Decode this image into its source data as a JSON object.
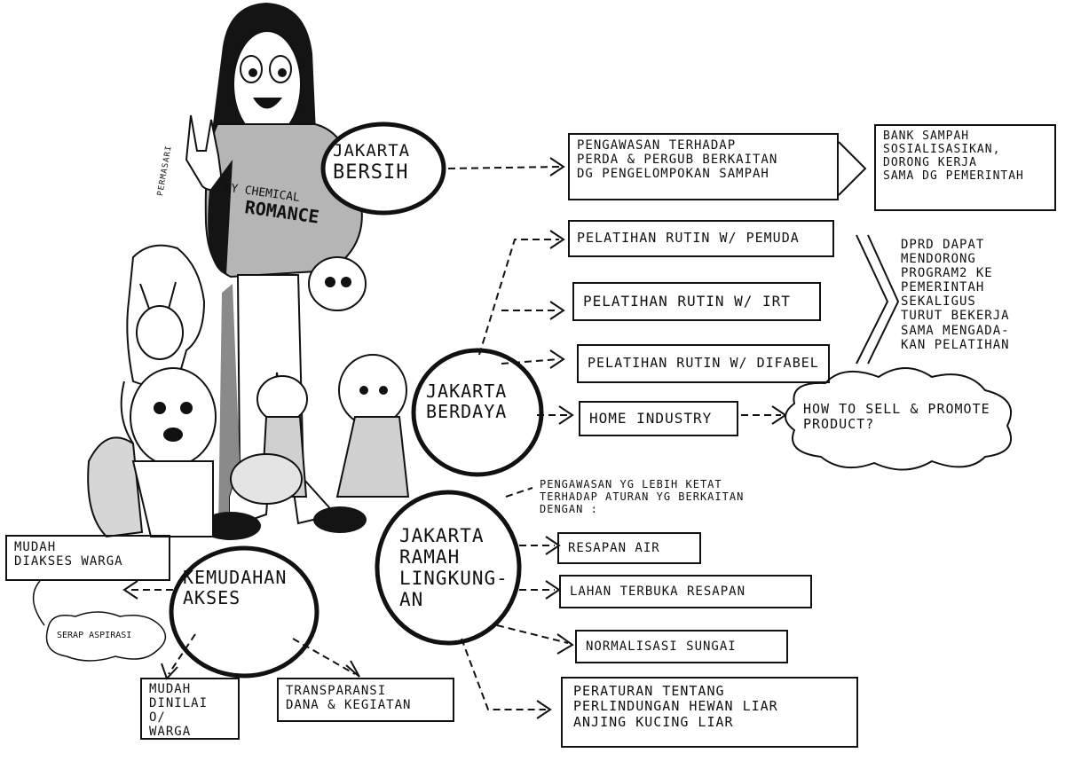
{
  "hubs": {
    "bersih": [
      "JAKARTA",
      "BERSIH"
    ],
    "berdaya": [
      "JAKARTA",
      "BERDAYA"
    ],
    "ramah": [
      "JAKARTA",
      "RAMAH",
      "LINGKUNG-",
      "AN"
    ],
    "akses": [
      "KEMUDAHAN",
      "AKSES"
    ]
  },
  "bersih_nodes": {
    "pengawasan": [
      "PENGAWASAN TERHADAP",
      "PERDA & PERGUB BERKAITAN",
      "DG PENGELOMPOKAN SAMPAH"
    ],
    "bank": [
      "BANK SAMPAH",
      "SOSIALISASIKAN,",
      "DORONG KERJA",
      "SAMA DG PEMERINTAH"
    ]
  },
  "berdaya_nodes": {
    "pemuda": "PELATIHAN RUTIN W/ PEMUDA",
    "irt": "PELATIHAN RUTIN W/ IRT",
    "difabel": "PELATIHAN RUTIN W/ DIFABEL",
    "home": "HOME INDUSTRY",
    "cloud": [
      "HOW TO SELL & PROMOTE",
      "PRODUCT?"
    ],
    "dprd": [
      "DPRD DAPAT",
      "MENDORONG",
      "PROGRAM2 KE",
      "PEMERINTAH",
      "SEKALIGUS",
      "TURUT BEKERJA",
      "SAMA MENGADA-",
      "KAN PELATIHAN"
    ]
  },
  "ramah_nodes": {
    "intro": [
      "PENGAWASAN YG LEBIH KETAT",
      "TERHADAP ATURAN YG BERKAITAN",
      "DENGAN :"
    ],
    "resapan": "RESAPAN AIR",
    "lahan": "LAHAN TERBUKA RESAPAN",
    "sungai": "NORMALISASI SUNGAI",
    "peraturan": [
      "PERATURAN TENTANG",
      "PERLINDUNGAN HEWAN LIAR",
      "ANJING KUCING LIAR"
    ]
  },
  "akses_nodes": {
    "mudah_akses": [
      "MUDAH",
      "DIAKSES WARGA"
    ],
    "aspirasi": "SERAP ASPIRASI",
    "dinilai": [
      "MUDAH",
      "DINILAI O/",
      "WARGA"
    ],
    "transparansi": [
      "TRANSPARANSI",
      "DANA & KEGIATAN"
    ]
  },
  "signature": "PERMASARI",
  "shirt": {
    "line1": "MY CHEMICAL",
    "line2": "ROMANCE"
  },
  "colors": {
    "ink": "#111111",
    "paper": "#ffffff",
    "shade": "#9a9a9a",
    "dark": "#1a1a1a"
  }
}
